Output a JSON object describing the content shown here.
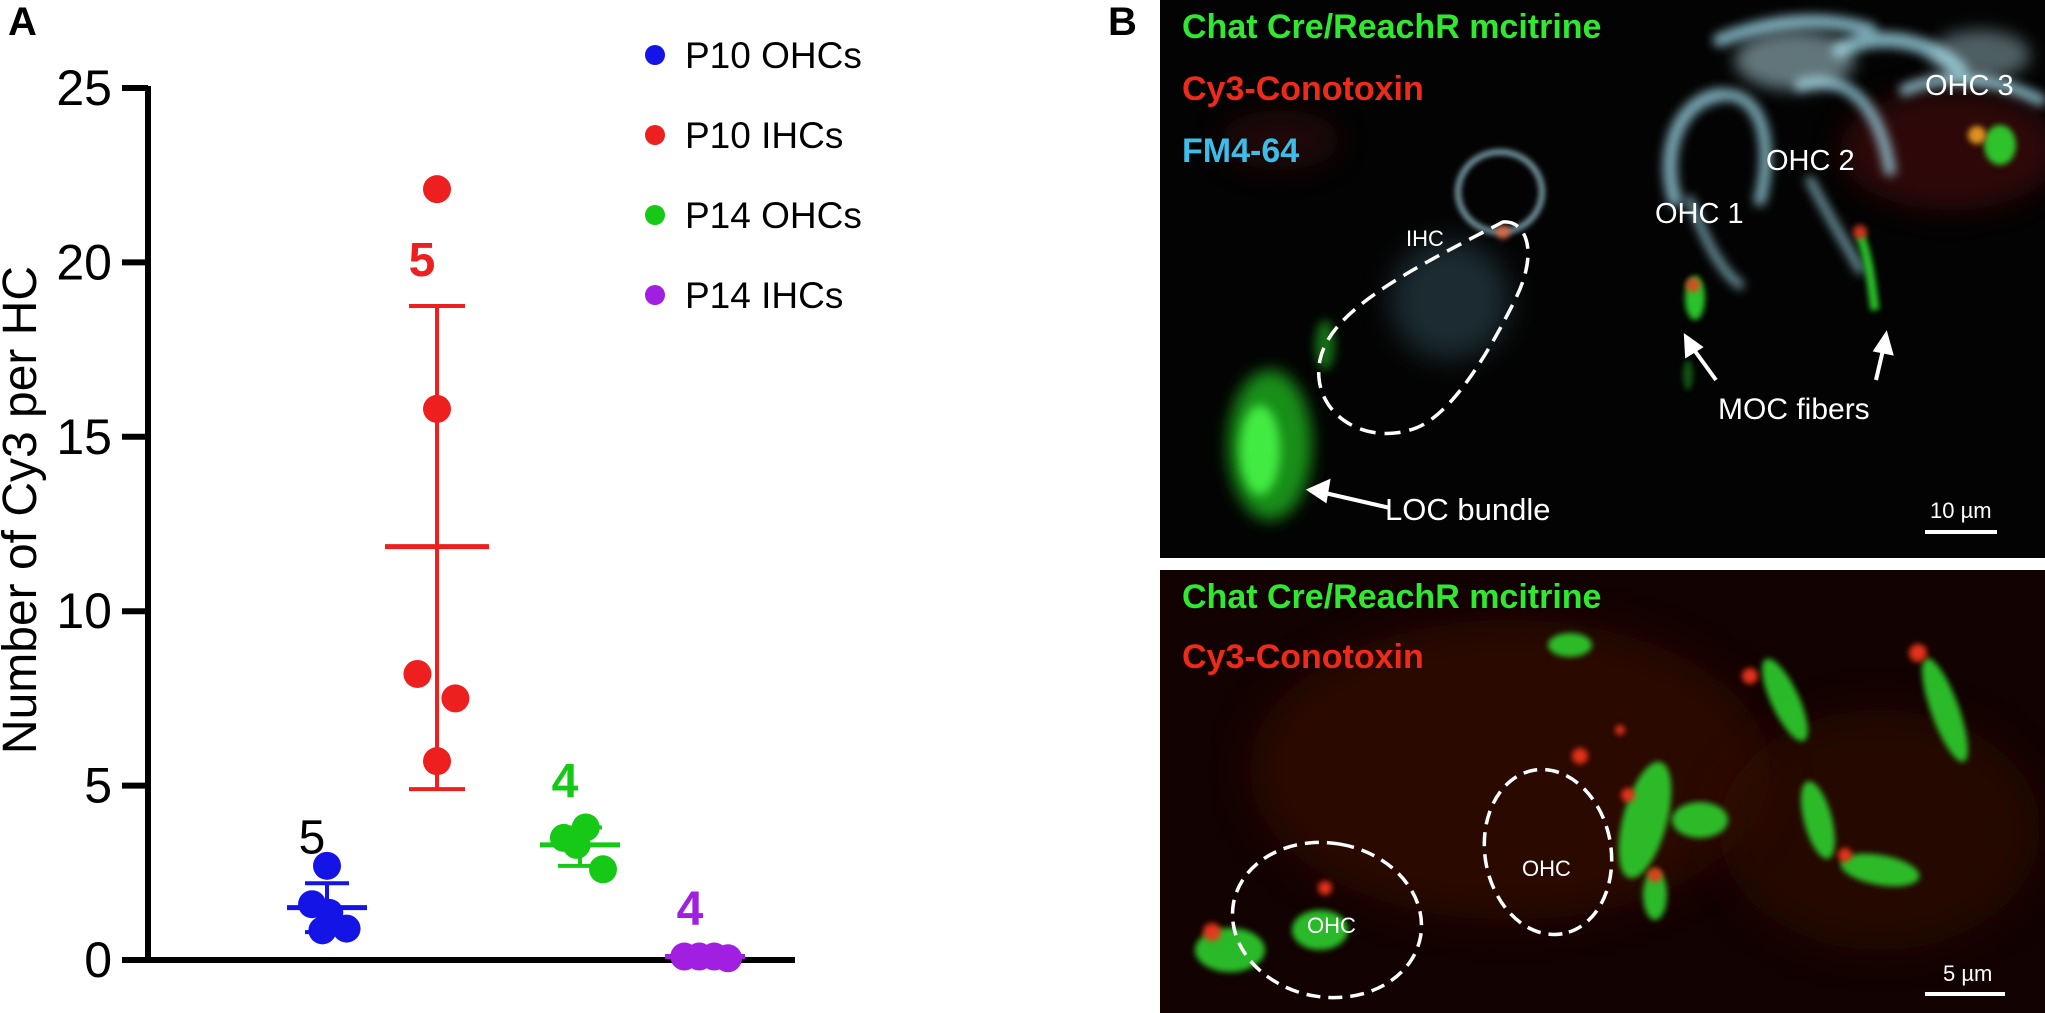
{
  "panel_a": {
    "letter": "A"
  },
  "panel_b": {
    "letter": "B",
    "top": {
      "channels": [
        {
          "label": "Chat Cre/ReachR mcitrine",
          "color": "#2fe82f"
        },
        {
          "label": "Cy3-Conotoxin",
          "color": "#ee2a1a"
        },
        {
          "label": "FM4-64",
          "color": "#3dbde8"
        }
      ],
      "labels": {
        "ihc": "IHC",
        "ohc1": "OHC 1",
        "ohc2": "OHC 2",
        "ohc3": "OHC 3",
        "moc": "MOC fibers",
        "loc": "LOC bundle",
        "scale": "10 µm"
      }
    },
    "bottom": {
      "channels": [
        {
          "label": "Chat Cre/ReachR mcitrine",
          "color": "#2fe82f"
        },
        {
          "label": "Cy3-Conotoxin",
          "color": "#ee2a1a"
        }
      ],
      "labels": {
        "ohc_left": "OHC",
        "ohc_right": "OHC",
        "scale": "5 µm"
      }
    }
  },
  "chart_data": {
    "type": "scatter",
    "ylabel": "Number of Cy3 per HC",
    "ylim": [
      0,
      25
    ],
    "yticks": [
      0,
      5,
      10,
      15,
      20,
      25
    ],
    "legend_position": "top-right",
    "series": [
      {
        "name": "P10 OHCs",
        "color": "#1414e6",
        "n_label": "5",
        "n_color": "#000000",
        "mean": 1.5,
        "err_low": 0.8,
        "err_high": 2.2,
        "points": [
          [
            0.0,
            2.7
          ],
          [
            -0.13,
            1.6
          ],
          [
            0.02,
            1.35
          ],
          [
            0.17,
            0.9
          ],
          [
            -0.04,
            0.85
          ]
        ]
      },
      {
        "name": "P10 IHCs",
        "color": "#ee1f1f",
        "n_label": "5",
        "n_color": "#ee1f1f",
        "mean": 11.85,
        "err_low": 4.9,
        "err_high": 18.75,
        "points": [
          [
            0.0,
            22.1
          ],
          [
            0.0,
            15.8
          ],
          [
            -0.17,
            8.2
          ],
          [
            0.16,
            7.5
          ],
          [
            0.0,
            5.7
          ]
        ]
      },
      {
        "name": "P14 OHCs",
        "color": "#17c917",
        "n_label": "4",
        "n_color": "#17c917",
        "mean": 3.3,
        "err_low": 2.7,
        "err_high": 3.8,
        "points": [
          [
            -0.14,
            3.5
          ],
          [
            0.05,
            3.8
          ],
          [
            -0.03,
            3.3
          ],
          [
            0.2,
            2.6
          ]
        ]
      },
      {
        "name": "P14 IHCs",
        "color": "#a01fe0",
        "n_label": "4",
        "n_color": "#a01fe0",
        "mean": 0.1,
        "err_low": 0.0,
        "err_high": 0.15,
        "points": [
          [
            -0.18,
            0.1
          ],
          [
            -0.05,
            0.1
          ],
          [
            0.08,
            0.1
          ],
          [
            0.2,
            0.05
          ]
        ]
      }
    ]
  }
}
